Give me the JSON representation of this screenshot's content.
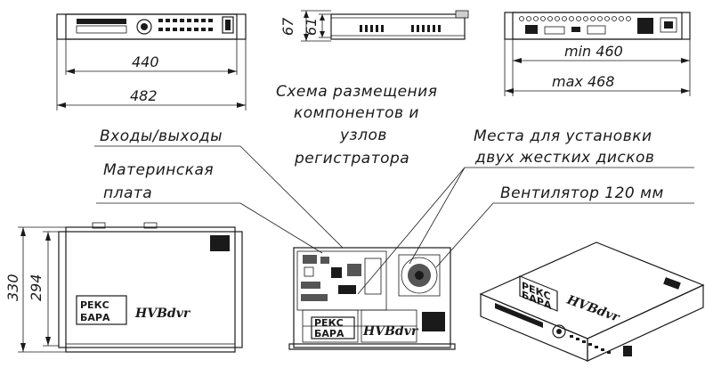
{
  "dimensions": {
    "front_width": "440",
    "front_overall": "482",
    "side_height_outer": "67",
    "side_height_inner": "61",
    "depth_min": "min 460",
    "depth_max": "max 468",
    "top_depth_outer": "330",
    "top_depth_inner": "294"
  },
  "labels": {
    "scheme_line1": "Схема размещения",
    "scheme_line2": "компонентов и",
    "scheme_line3": "узлов",
    "scheme_line4": "регистратора",
    "io": "Входы/выходы",
    "mainboard_line1": "Материнская",
    "mainboard_line2": "плата",
    "hdd_line1": "Места для установки",
    "hdd_line2": "двух жестких дисков",
    "fan": "Вентилятор 120 мм"
  },
  "branding": {
    "brand_line1": "РЕКС",
    "brand_line2": "БАРА",
    "model": "HVBdvr"
  },
  "colors": {
    "ink": "#1a1a1a"
  }
}
